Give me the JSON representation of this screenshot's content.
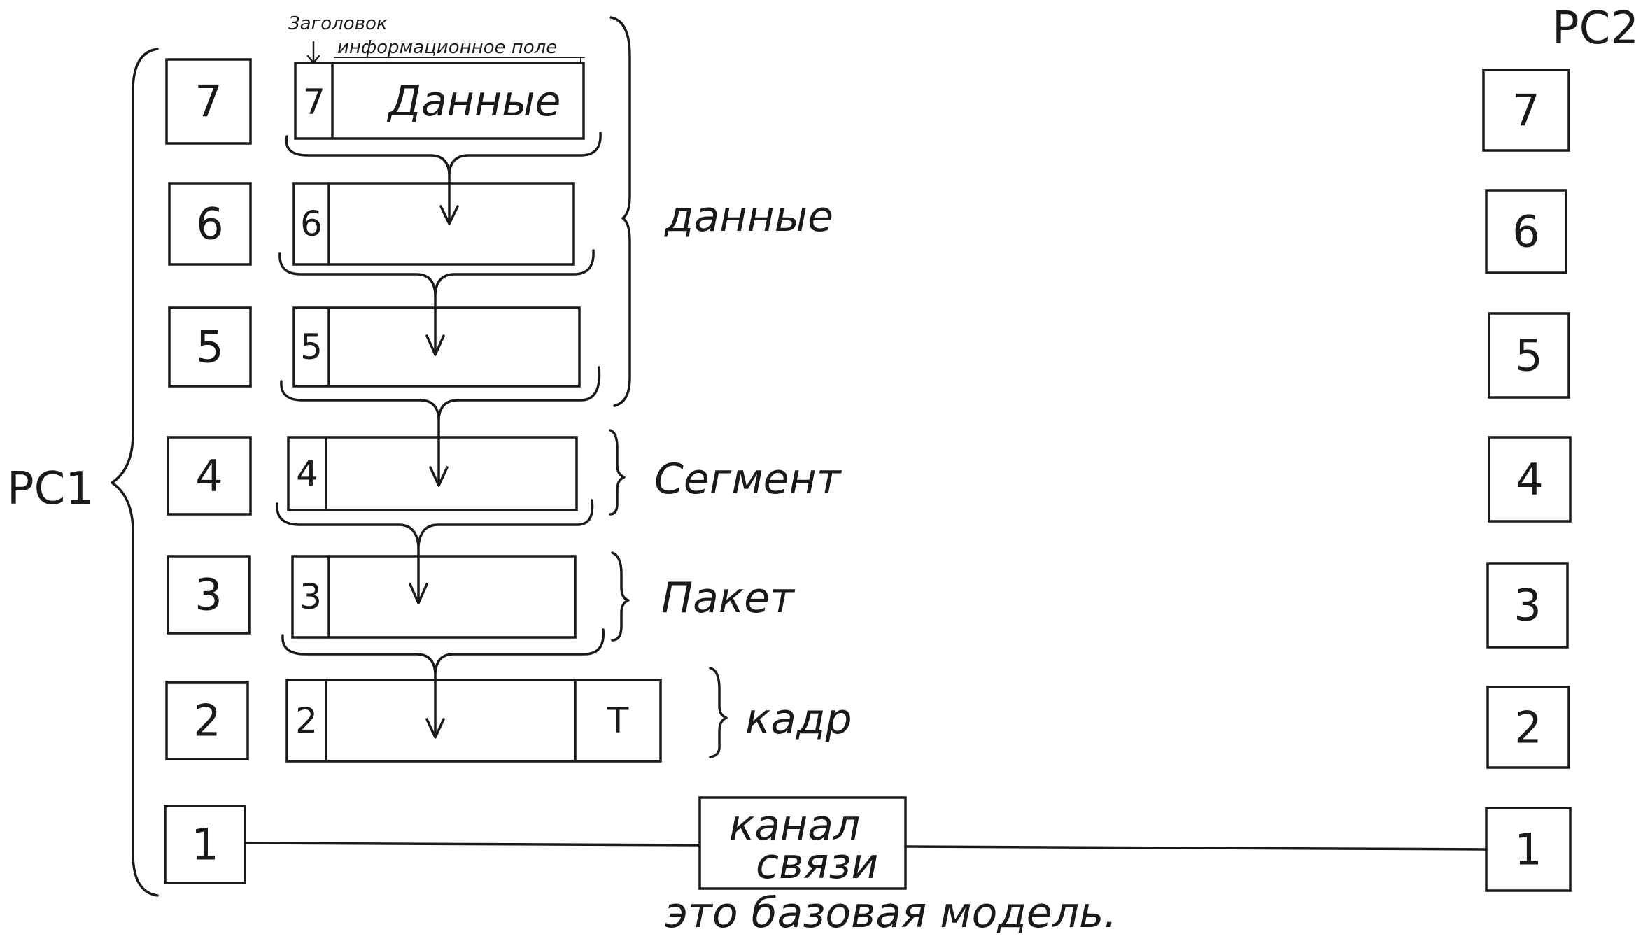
{
  "pc_labels": {
    "left": "PC1",
    "right": "PC2"
  },
  "header_annotations": {
    "header": "Заголовок",
    "info_field": "информационное поле"
  },
  "layers": [
    "7",
    "6",
    "5",
    "4",
    "3",
    "2",
    "1"
  ],
  "data_field_text": "Данные",
  "trailer_label": "T",
  "pdu_labels": {
    "data": "данные",
    "segment": "Сегмент",
    "packet": "Пакет",
    "frame": "кадр"
  },
  "channel": {
    "line1": "канал",
    "line2": "связи"
  },
  "caption": "это базовая модель."
}
